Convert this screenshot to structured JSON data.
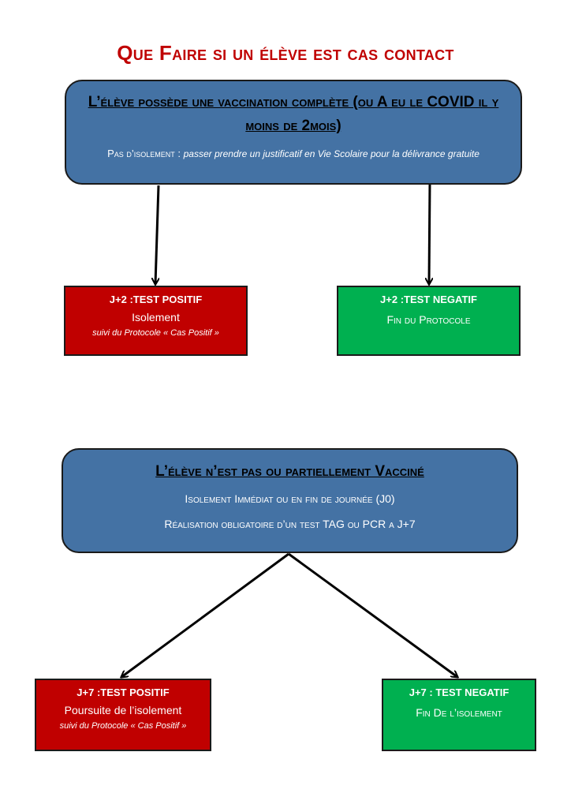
{
  "title": "Que Faire si un élève est cas contact",
  "top": {
    "heading": "L’élève possède une vaccination complète (ou A eu le COVID il y moins de 2mois)",
    "line_lead": "Pas d’isolement :",
    "line_italic": "passer prendre un justificatif en Vie Scolaire pour la délivrance gratuite",
    "positive": {
      "heading": "J+2 :TEST POSITIF",
      "body": "Isolement",
      "sub": "suivi du Protocole « Cas Positif »"
    },
    "negative": {
      "heading": "J+2 :TEST NEGATIF",
      "body": "Fin du Protocole"
    }
  },
  "bottom": {
    "heading": "L’élève n’est pas ou partiellement Vacciné",
    "line1": "Isolement Immédiat ou en fin de journée (J0)",
    "line2": "Réalisation obligatoire d’un test TAG ou PCR a J+7",
    "positive": {
      "heading": "J+7 :TEST POSITIF",
      "body": "Poursuite de l’isolement",
      "sub": "suivi du Protocole « Cas Positif »"
    },
    "negative": {
      "heading": "J+7 : TEST NEGATIF",
      "body": "Fin De l’isolement"
    }
  },
  "colors": {
    "title": "#c00000",
    "box_blue": "#4472a4",
    "box_red": "#c00000",
    "box_green": "#00b050"
  }
}
